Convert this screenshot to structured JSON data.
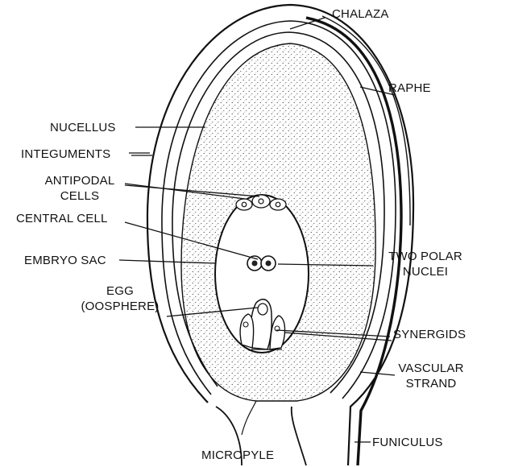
{
  "diagram": {
    "labels": {
      "chalaza": "CHALAZA",
      "raphe": "RAPHE",
      "nucellus": "NUCELLUS",
      "integuments": "INTEGUMENTS",
      "antipodal_1": "ANTIPODAL",
      "antipodal_2": "CELLS",
      "central_cell": "CENTRAL CELL",
      "embryo_sac": "EMBRYO SAC",
      "two_polar_1": "TWO POLAR",
      "two_polar_2": "NUCLEI",
      "egg_1": "EGG",
      "egg_2": "(OOSPHERE)",
      "synergids": "SYNERGIDS",
      "vascular_1": "VASCULAR",
      "vascular_2": "STRAND",
      "micropyle": "MICROPYLE",
      "funiculus": "FUNICULUS"
    },
    "colors": {
      "ink": "#111111",
      "stipple": "#3a3a3a",
      "background": "#ffffff"
    }
  }
}
